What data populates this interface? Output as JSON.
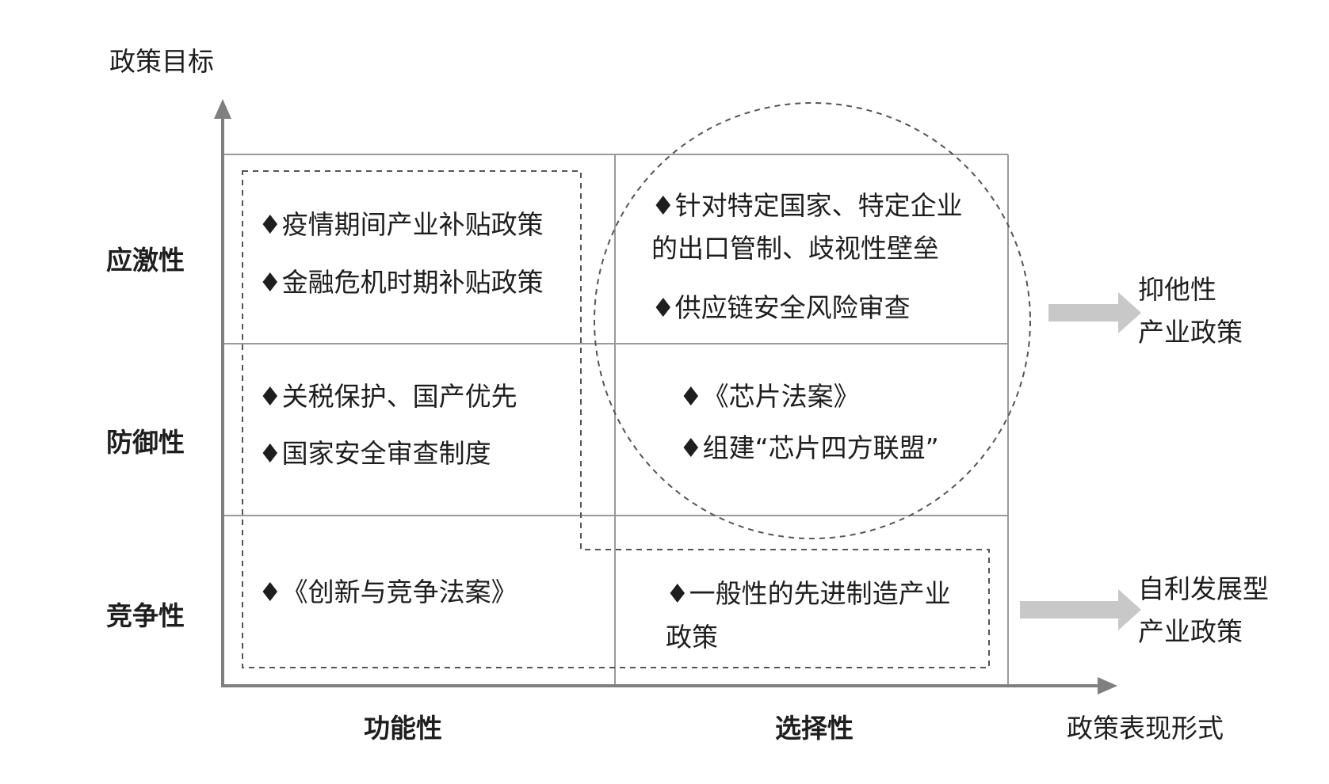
{
  "axes": {
    "y_title": "政策目标",
    "x_title": "政策表现形式"
  },
  "rows": [
    "应激性",
    "防御性",
    "竞争性"
  ],
  "columns": [
    "功能性",
    "选择性"
  ],
  "cells": {
    "r1c1": [
      "♦疫情期间产业补贴政策",
      "♦金融危机时期补贴政策"
    ],
    "r1c2": [
      "♦针对特定国家、特定企业",
      "的出口管制、歧视性壁垒",
      "♦供应链安全风险审查"
    ],
    "r2c1": [
      "♦关税保护、国产优先",
      "♦国家安全审查制度"
    ],
    "r2c2": [
      "♦《芯片法案》",
      "♦组建“芯片四方联盟”"
    ],
    "r3c1": [
      "♦《创新与竞争法案》"
    ],
    "r3c2": [
      "♦一般性的先进制造产业",
      "政策"
    ]
  },
  "outcomes": {
    "top": [
      "抑他性",
      "产业政策"
    ],
    "bottom": [
      "自利发展型",
      "产业政策"
    ]
  },
  "colors": {
    "axis": "#7f7f7f",
    "grid": "#999999",
    "dashed": "#555555",
    "arrow": "#c8c8c8"
  }
}
